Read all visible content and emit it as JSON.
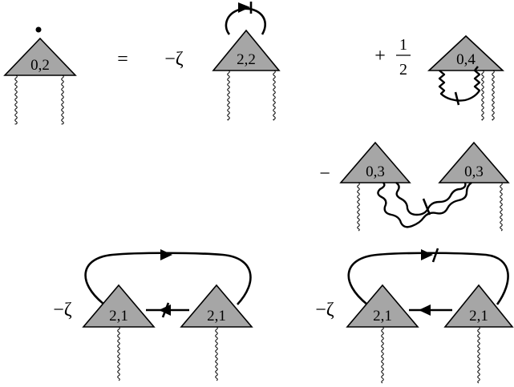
{
  "equation": {
    "lhs": {
      "label": "0,2"
    },
    "equals": "=",
    "term1": {
      "operator": "−ζ",
      "label": "2,2"
    },
    "term2": {
      "operator": "+",
      "frac_num": "1",
      "frac_den": "2",
      "label": "0,4"
    },
    "term3": {
      "operator": "−",
      "label_left": "0,3",
      "label_right": "0,3"
    },
    "term4": {
      "operator": "−ζ",
      "label_left": "2,1",
      "label_right": "2,1"
    },
    "term5": {
      "operator": "−ζ",
      "label_left": "2,1",
      "label_right": "2,1"
    }
  }
}
